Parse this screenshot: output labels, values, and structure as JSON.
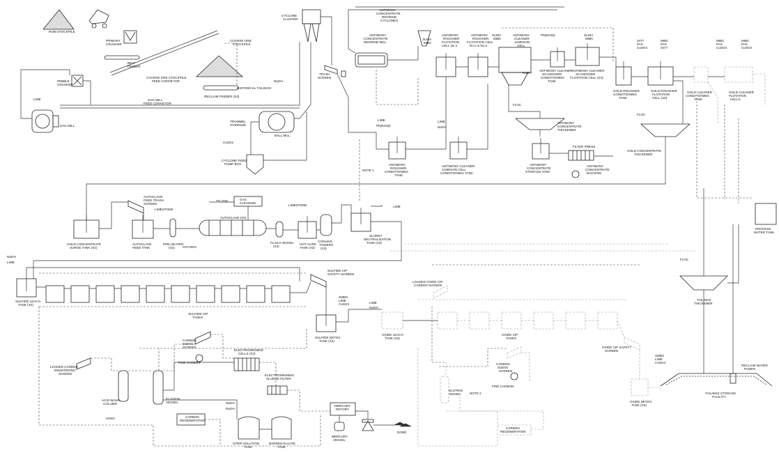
{
  "colors": {
    "line": "#333333",
    "equipment": "#222222",
    "faded": "#999999",
    "background": "#ffffff"
  },
  "labels": {
    "rom_stockpile": "ROM STOCKPILE",
    "primary_crusher": [
      "PRIMARY",
      "CRUSHER"
    ],
    "belt_feeder": [
      "BELT",
      "FEEDER"
    ],
    "coarse_ore_stockpile_feed_conveyor": [
      "COARSE ORE STOCKPILE",
      "FEED CONVEYOR"
    ],
    "coarse_ore_stockpile": [
      "COARSE ORE",
      "STOCKPILE"
    ],
    "reclaim_feeder": "RECLAIM FEEDER (X3)",
    "pebble_crusher": [
      "PEBBLE",
      "CRUSHER"
    ],
    "sag_mill": "SAG MILL",
    "sag_mill_feed_conveyor": [
      "SAG MILL",
      "FEED CONVEYOR"
    ],
    "cyclone_cluster": [
      "CYCLONE",
      "CLUSTER"
    ],
    "naoh": "NaOH",
    "historical_tailings": "HISTORICAL TAILINGS",
    "trommel_oversize": [
      "TROMMEL",
      "OVERSIZE"
    ],
    "ball_mill": "BALL MILL",
    "cuso4": "CuSO4",
    "cyclone_feed_pump_box": [
      "CYCLONE FEED",
      "PUMP BOX"
    ],
    "trash_screen": [
      "TRASH",
      "SCREEN"
    ],
    "lime": "LIME",
    "antimony_concentrate_regrind_cyclones": [
      "ANTIMONY",
      "CONCENTRATE",
      "REGRIND",
      "CYCLONES"
    ],
    "antimony_concentrate_regrind_mill": [
      "ANTIMONY",
      "CONCENTRATE",
      "REGRIND MILL"
    ],
    "reagent_3148a_mibc": [
      "3148A",
      "MIBC"
    ],
    "antimony_rougher_flotation_cell_1": [
      "ANTIMONY",
      "ROUGHER",
      "FLOTATION",
      "CELL No.1"
    ],
    "antimony_rougher_flotation_cells_2_3": [
      "ANTIMONY",
      "ROUGHER",
      "FLOTATION CELL",
      "No.2 & No.3"
    ],
    "antimony_cleaner_jameson_cell": [
      "ANTIMONY",
      "CLEANER",
      "JAMESON",
      "CELL"
    ],
    "pb_no3_2": "Pb(NO3)2",
    "antimony_cleaner_scavenger_conditioning_tank": [
      "ANTIMONY CLEANER",
      "SCAVENGER",
      "CONDITIONING",
      "TANK"
    ],
    "antimony_cleaner_scavenger_flotation_cell": [
      "ANTIMONY CLEANER",
      "SCAVENGER",
      "FLOTATION CELL (X4)"
    ],
    "reagents_3477_pax_cuso4": [
      "3477",
      "PAX",
      "CuSO4"
    ],
    "reagents_mibc_pax_3477": [
      "MIBC",
      "PAX",
      "3477"
    ],
    "reagents_mibc_pax_cuso4": [
      "MIBC",
      "PAX",
      "CuSO4"
    ],
    "gold_rougher_conditioning_tank": [
      "GOLD ROUGHER",
      "CONDITIONING",
      "TANK"
    ],
    "gold_rougher_flotation_cell": [
      "GOLD ROUGHER",
      "FLOTATION",
      "CELL (X6)"
    ],
    "gold_cleaner_conditioning_tank": [
      "GOLD CLEANER",
      "CONDITIONING",
      "TANK"
    ],
    "gold_cleaner_flotation_cells": [
      "GOLD CLEANER",
      "FLOTATION",
      "CELLS"
    ],
    "antimony_rougher_conditioning_tank": [
      "ANTIMONY",
      "ROUGHER",
      "CONDITIONING",
      "TANK"
    ],
    "antimony_cleaner_jameson_cell_conditioning_tank": [
      "ANTIMONY CLEANER",
      "JAMESON CELL",
      "CONDITIONING TANK"
    ],
    "floc": "FLOC",
    "antimony_concentrate_thickener": [
      "ANTIMONY",
      "CONCENTRATE",
      "THICKENER"
    ],
    "filter_press": "FILTER PRESS",
    "antimony_concentrate_storage_tank": [
      "ANTIMONY",
      "CONCENTRATE",
      "STORAGE TANK"
    ],
    "antimony_concentrate_bagging": [
      "ANTIMONY",
      "CONCENTRATE",
      "BAGGING"
    ],
    "gold_concentrate_thickener": [
      "GOLD CONCENTRATE",
      "THICKENER"
    ],
    "note_1": "NOTE 1",
    "note_2": "NOTE 2",
    "gold_concentrate_surge_tank": [
      "GOLD CONCENTRATE",
      "SURGE TANK (X2)"
    ],
    "autoclave_feed_trash_screen": [
      "AUTOCLAVE",
      "FEED TRASH",
      "SCREEN"
    ],
    "limestone": "LIMESTONE",
    "autoclave_feed_tank": [
      "AUTOCLAVE",
      "FEED TANK"
    ],
    "pre_heater": [
      "PRE-HEATER",
      "(X2)"
    ],
    "to_atm": "TO ATM",
    "gas_cleaning": [
      "GAS",
      "CLEANING"
    ],
    "autoclave": "AUTOCLAVE (X2)",
    "oxygen": "OXYGEN",
    "flash_vessel": [
      "FLASH VESSEL",
      "(X2)"
    ],
    "hot_cure_tank": [
      "HOT CURE",
      "TANK (X3)"
    ],
    "cooling_towers": [
      "COOLING",
      "TOWERS",
      "(X3)"
    ],
    "slurry_neutralization_tank": [
      "SLURRY",
      "NEUTRALIZATION",
      "TANK (X3)"
    ],
    "process_water_tank": [
      "PROCESS",
      "WATER TANK"
    ],
    "sulfide_leach_tank": [
      "SULFIDE LEACH",
      "TANK (X2)"
    ],
    "sulfide_cip_tanks": [
      "SULFIDE CIP",
      "TANKS"
    ],
    "sulfide_cip_safety_screen": [
      "SULFIDE CIP",
      "SAFETY SCREEN"
    ],
    "smbs_lime_cuso4": [
      "SMBS",
      "LIME",
      "CuSO4"
    ],
    "sulfide_detox_tank": [
      "SULFIDE DETOX",
      "TANK (X2)"
    ],
    "loaded_oxide_cip_carbon_screen": [
      "LOADED OXIDE CIP",
      "CARBON SCREEN"
    ],
    "oxide_leach_tank": [
      "OXIDE LEACH",
      "TANK (X3)"
    ],
    "oxide_cip_tanks": [
      "OXIDE CIP",
      "TANKS"
    ],
    "oxide_cip_safety_screen": [
      "OXIDE CIP SAFETY",
      "SCREEN"
    ],
    "tailings_thickener": [
      "TAILINGS",
      "THICKENER"
    ],
    "oxide_detox_tank": [
      "OXIDE DETOX",
      "TANK (X2)"
    ],
    "reclaim_water_pumps": [
      "RECLAIM WATER",
      "PUMPS"
    ],
    "tailings_storage_facility": [
      "TAILINGS STORAGE",
      "FACILITY"
    ],
    "loaded_carbon_dewatering_screen": [
      "LOADED CARBON",
      "DEWATERING",
      "SCREEN"
    ],
    "acid_wash_column": [
      "ACID WASH",
      "COLUMN"
    ],
    "hno3": "HNO3",
    "elution_vessel": [
      "ELUTION",
      "VESSEL"
    ],
    "carbon_sizing_screen": [
      "CARBON",
      "SIZING",
      "SCREEN"
    ],
    "fine_carbon": "FINE CARBON",
    "electrowinning_cells": [
      "ELECTROWINNING",
      "CELLS (X3)"
    ],
    "electrowinning_sludge_filter": [
      "ELECTROWINNING",
      "SLUDGE FILTER"
    ],
    "carbon_regeneration": [
      "CARBON",
      "REGENERATION"
    ],
    "strip_solution_tank": [
      "STRIP SOLUTION",
      "TANK"
    ],
    "barren_eluate_tank": [
      "BARREN ELUATE",
      "TANK"
    ],
    "mercury_retort": [
      "MERCURY",
      "RETORT"
    ],
    "mercury_vessel": [
      "MERCURY",
      "VESSEL"
    ],
    "dore": "DORÉ",
    "carbon_sizing_screen_2": [
      "CARBON",
      "SIZING",
      "SCREEN"
    ],
    "elution_vessel_2": [
      "ELUTION",
      "VESSEL"
    ],
    "carbon_regeneration_2": [
      "CARBON",
      "REGENERATION"
    ]
  }
}
